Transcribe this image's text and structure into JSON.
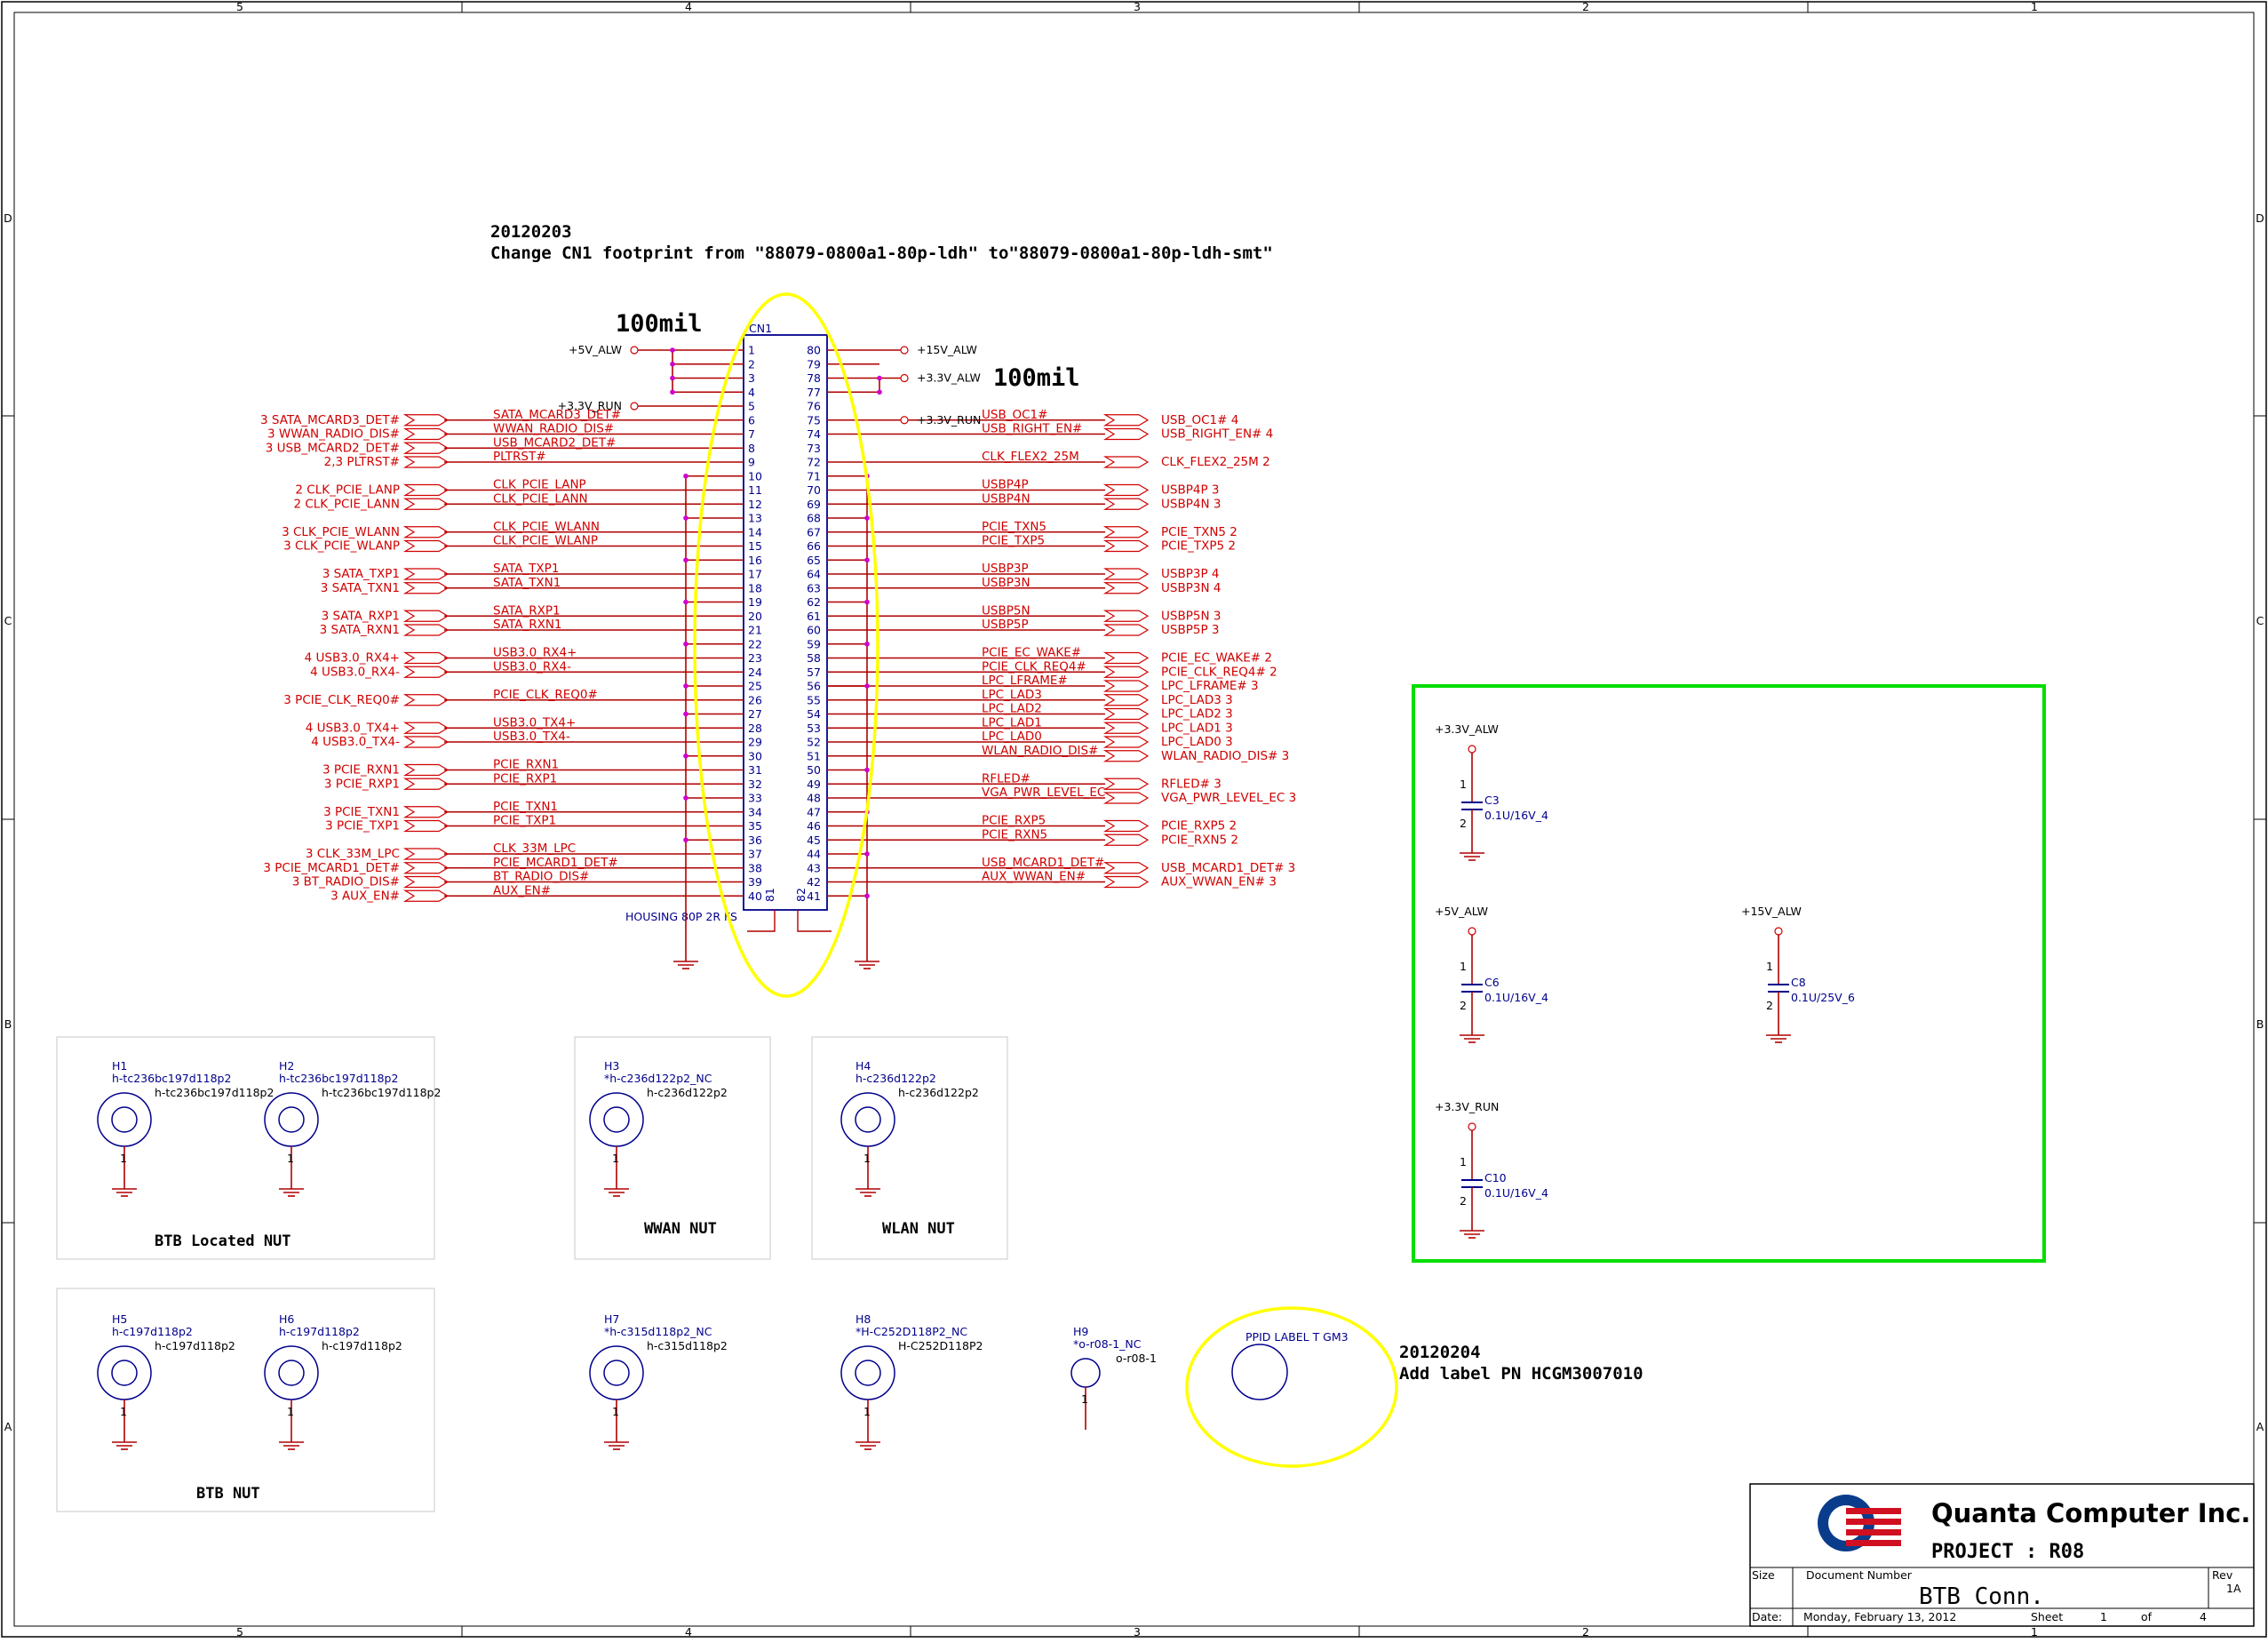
{
  "frame": {
    "columns": [
      "5",
      "4",
      "3",
      "2",
      "1"
    ],
    "rows": [
      "D",
      "C",
      "B",
      "A"
    ]
  },
  "notes": {
    "change_date": "20120203",
    "change_text": "Change CN1 footprint from \"88079-0800a1-80p-ldh\" to\"88079-0800a1-80p-ldh-smt\"",
    "width_left": "100mil",
    "width_right": "100mil",
    "add_date": "20120204",
    "add_text": "Add label PN HCGM3007010"
  },
  "connector": {
    "ref": "CN1",
    "housing": "HOUSING 80P 2R FS",
    "pin81": "81",
    "pin82": "82",
    "left_pins": [
      "1",
      "2",
      "3",
      "4",
      "5",
      "6",
      "7",
      "8",
      "9",
      "10",
      "11",
      "12",
      "13",
      "14",
      "15",
      "16",
      "17",
      "18",
      "19",
      "20",
      "21",
      "22",
      "23",
      "24",
      "25",
      "26",
      "27",
      "28",
      "29",
      "30",
      "31",
      "32",
      "33",
      "34",
      "35",
      "36",
      "37",
      "38",
      "39",
      "40"
    ],
    "right_pins": [
      "80",
      "79",
      "78",
      "77",
      "76",
      "75",
      "74",
      "73",
      "72",
      "71",
      "70",
      "69",
      "68",
      "67",
      "66",
      "65",
      "64",
      "63",
      "62",
      "61",
      "60",
      "59",
      "58",
      "57",
      "56",
      "55",
      "54",
      "53",
      "52",
      "51",
      "50",
      "49",
      "48",
      "47",
      "46",
      "45",
      "44",
      "43",
      "42",
      "41"
    ]
  },
  "power_left": [
    {
      "pin": 0,
      "label": "+5V_ALW"
    },
    {
      "pin": 4,
      "label": "+3.3V_RUN"
    }
  ],
  "power_right": [
    {
      "pin": 0,
      "label": "+15V_ALW"
    },
    {
      "pin": 2,
      "label": "+3.3V_ALW"
    },
    {
      "pin": 5,
      "label": "+3.3V_RUN"
    }
  ],
  "left_signals": [
    {
      "pin": 5,
      "net": "SATA_MCARD3_DET#",
      "port": "3  SATA_MCARD3_DET#"
    },
    {
      "pin": 6,
      "net": "WWAN_RADIO_DIS#",
      "port": "3  WWAN_RADIO_DIS#"
    },
    {
      "pin": 7,
      "net": "USB_MCARD2_DET#",
      "port": "3  USB_MCARD2_DET#"
    },
    {
      "pin": 8,
      "net": "PLTRST#",
      "port": "2,3       PLTRST#"
    },
    {
      "pin": 10,
      "net": "CLK_PCIE_LANP",
      "port": "2  CLK_PCIE_LANP"
    },
    {
      "pin": 11,
      "net": "CLK_PCIE_LANN",
      "port": "2  CLK_PCIE_LANN"
    },
    {
      "pin": 13,
      "net": "CLK_PCIE_WLANN",
      "port": "3  CLK_PCIE_WLANN"
    },
    {
      "pin": 14,
      "net": "CLK_PCIE_WLANP",
      "port": "3  CLK_PCIE_WLANP"
    },
    {
      "pin": 16,
      "net": "SATA_TXP1",
      "port": "3      SATA_TXP1"
    },
    {
      "pin": 17,
      "net": "SATA_TXN1",
      "port": "3      SATA_TXN1"
    },
    {
      "pin": 19,
      "net": "SATA_RXP1",
      "port": "3      SATA_RXP1"
    },
    {
      "pin": 20,
      "net": "SATA_RXN1",
      "port": "3      SATA_RXN1"
    },
    {
      "pin": 22,
      "net": "USB3.0_RX4+",
      "port": "4  USB3.0_RX4+"
    },
    {
      "pin": 23,
      "net": "USB3.0_RX4-",
      "port": "4  USB3.0_RX4-"
    },
    {
      "pin": 25,
      "net": "PCIE_CLK_REQ0#",
      "port": "3  PCIE_CLK_REQ0#"
    },
    {
      "pin": 27,
      "net": "USB3.0_TX4+",
      "port": "4  USB3.0_TX4+"
    },
    {
      "pin": 28,
      "net": "USB3.0_TX4-",
      "port": "4  USB3.0_TX4-"
    },
    {
      "pin": 30,
      "net": "PCIE_RXN1",
      "port": "3      PCIE_RXN1"
    },
    {
      "pin": 31,
      "net": "PCIE_RXP1",
      "port": "3      PCIE_RXP1"
    },
    {
      "pin": 33,
      "net": "PCIE_TXN1",
      "port": "3      PCIE_TXN1"
    },
    {
      "pin": 34,
      "net": "PCIE_TXP1",
      "port": "3      PCIE_TXP1"
    },
    {
      "pin": 36,
      "net": "CLK_33M_LPC",
      "port": "3  CLK_33M_LPC"
    },
    {
      "pin": 37,
      "net": "PCIE_MCARD1_DET#",
      "port": "3  PCIE_MCARD1_DET#"
    },
    {
      "pin": 38,
      "net": "BT_RADIO_DIS#",
      "port": "3  BT_RADIO_DIS#"
    },
    {
      "pin": 39,
      "net": "AUX_EN#",
      "port": "3          AUX_EN#"
    }
  ],
  "right_signals": [
    {
      "pin": 5,
      "net": "USB_OC1#",
      "port": "USB_OC1#  4"
    },
    {
      "pin": 6,
      "net": "USB_RIGHT_EN#",
      "port": "USB_RIGHT_EN#  4"
    },
    {
      "pin": 8,
      "net": "CLK_FLEX2_25M",
      "port": "CLK_FLEX2_25M  2"
    },
    {
      "pin": 10,
      "net": "USBP4P",
      "port": "USBP4P  3"
    },
    {
      "pin": 11,
      "net": "USBP4N",
      "port": "USBP4N  3"
    },
    {
      "pin": 13,
      "net": "PCIE_TXN5",
      "port": "PCIE_TXN5  2"
    },
    {
      "pin": 14,
      "net": "PCIE_TXP5",
      "port": "PCIE_TXP5  2"
    },
    {
      "pin": 16,
      "net": "USBP3P",
      "port": "USBP3P    4"
    },
    {
      "pin": 17,
      "net": "USBP3N",
      "port": "USBP3N    4"
    },
    {
      "pin": 19,
      "net": "USBP5N",
      "port": "USBP5N  3"
    },
    {
      "pin": 20,
      "net": "USBP5P",
      "port": "USBP5P  3"
    },
    {
      "pin": 22,
      "net": "PCIE_EC_WAKE#",
      "port": "PCIE_EC_WAKE#  2"
    },
    {
      "pin": 23,
      "net": "PCIE_CLK_REQ4#",
      "port": "PCIE_CLK_REQ4#  2"
    },
    {
      "pin": 24,
      "net": "LPC_LFRAME#",
      "port": "LPC_LFRAME#  3"
    },
    {
      "pin": 25,
      "net": "LPC_LAD3",
      "port": "LPC_LAD3  3"
    },
    {
      "pin": 26,
      "net": "LPC_LAD2",
      "port": "LPC_LAD2  3"
    },
    {
      "pin": 27,
      "net": "LPC_LAD1",
      "port": "LPC_LAD1  3"
    },
    {
      "pin": 28,
      "net": "LPC_LAD0",
      "port": "LPC_LAD0  3"
    },
    {
      "pin": 29,
      "net": "WLAN_RADIO_DIS#",
      "port": "WLAN_RADIO_DIS#  3"
    },
    {
      "pin": 31,
      "net": "RFLED#",
      "port": "RFLED#  3"
    },
    {
      "pin": 32,
      "net": "VGA_PWR_LEVEL_EC",
      "port": "VGA_PWR_LEVEL_EC  3"
    },
    {
      "pin": 34,
      "net": "PCIE_RXP5",
      "port": "PCIE_RXP5  2"
    },
    {
      "pin": 35,
      "net": "PCIE_RXN5",
      "port": "PCIE_RXN5  2"
    },
    {
      "pin": 37,
      "net": "USB_MCARD1_DET#",
      "port": "USB_MCARD1_DET#  3"
    },
    {
      "pin": 38,
      "net": "AUX_WWAN_EN#",
      "port": "AUX_WWAN_EN#  3"
    }
  ],
  "left_gnd_pins": [
    9,
    12,
    15,
    18,
    21,
    24,
    26,
    29,
    32,
    35
  ],
  "right_gnd_pins": [
    9,
    12,
    15,
    18,
    21,
    24,
    30,
    33,
    36,
    39
  ],
  "holes": [
    {
      "ref": "H1",
      "part": "h-tc236bc197d118p2",
      "part2": "h-tc236bc197d118p2"
    },
    {
      "ref": "H2",
      "part": "h-tc236bc197d118p2",
      "part2": "h-tc236bc197d118p2"
    },
    {
      "ref": "H3",
      "part": "*h-c236d122p2_NC",
      "part2": "h-c236d122p2"
    },
    {
      "ref": "H4",
      "part": "h-c236d122p2",
      "part2": "h-c236d122p2"
    },
    {
      "ref": "H5",
      "part": "h-c197d118p2",
      "part2": "h-c197d118p2"
    },
    {
      "ref": "H6",
      "part": "h-c197d118p2",
      "part2": "h-c197d118p2"
    },
    {
      "ref": "H7",
      "part": "*h-c315d118p2_NC",
      "part2": "h-c315d118p2"
    },
    {
      "ref": "H8",
      "part": "*H-C252D118P2_NC",
      "part2": "H-C252D118P2"
    },
    {
      "ref": "H9",
      "part": "*o-r08-1_NC",
      "part2": "o-r08-1"
    }
  ],
  "group_labels": {
    "btb_located": "BTB   Located NUT",
    "wwan": "WWAN NUT",
    "wlan": "WLAN NUT",
    "btb_nut": "BTB NUT"
  },
  "ppid_label": "PPID LABEL T GM3",
  "caps": [
    {
      "ref": "C3",
      "rail": "+3.3V_ALW",
      "value": "0.1U/16V_4"
    },
    {
      "ref": "C6",
      "rail": "+5V_ALW",
      "value": "0.1U/16V_4"
    },
    {
      "ref": "C8",
      "rail": "+15V_ALW",
      "value": "0.1U/25V_6"
    },
    {
      "ref": "C10",
      "rail": "+3.3V_RUN",
      "value": "0.1U/16V_4"
    }
  ],
  "title_block": {
    "company": "Quanta Computer Inc.",
    "project": "PROJECT : R08",
    "size_label": "Size",
    "docnum_label": "Document Number",
    "rev_label": "Rev",
    "rev": "1A",
    "title": "BTB Conn.",
    "date_label": "Date:",
    "date": "Monday, February 13, 2012",
    "sheet_label": "Sheet",
    "sheet": "1",
    "of_label": "of",
    "of": "4"
  },
  "colors": {
    "net": "#d00000",
    "part": "#00008c",
    "wire": "#b00000",
    "junction": "#d000d0",
    "highlight_yellow": "#ffff00",
    "highlight_green": "#00dd00"
  }
}
